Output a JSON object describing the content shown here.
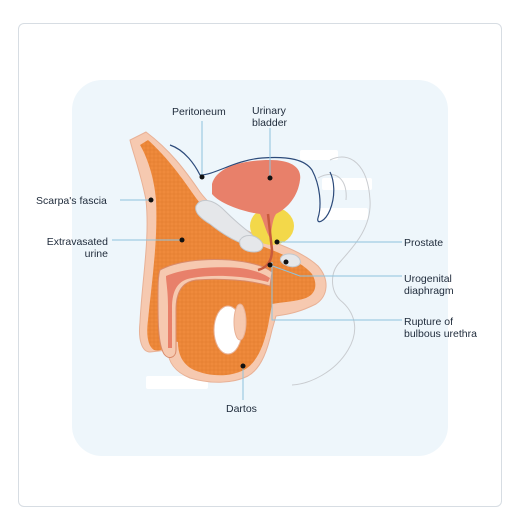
{
  "labels": {
    "peritoneum": "Peritoneum",
    "urinary_bladder_1": "Urinary",
    "urinary_bladder_2": "bladder",
    "scarpas_fascia": "Scarpa's fascia",
    "extravasated_urine_1": "Extravasated",
    "extravasated_urine_2": "urine",
    "prostate": "Prostate",
    "urogenital_diaphragm_1": "Urogenital",
    "urogenital_diaphragm_2": "diaphragm",
    "rupture_1": "Rupture of",
    "rupture_2": "bulbous urethra",
    "dartos": "Dartos"
  },
  "colors": {
    "urine_orange": "#ef8a3c",
    "bladder_salmon": "#e8806a",
    "prostate_yellow": "#f3d84a",
    "skin_peach": "#f6c9b0",
    "leader_line": "#8fc3dc",
    "panel_bg": "#eef6fb"
  }
}
